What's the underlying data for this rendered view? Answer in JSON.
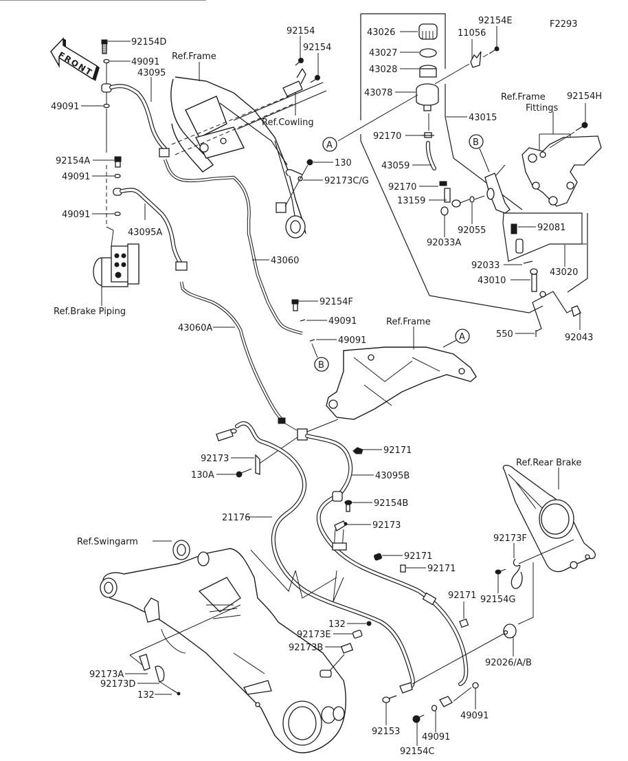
{
  "figure_code": "F2293",
  "front_arrow": "FRONT",
  "circle_refs": {
    "a": "A",
    "b": "B"
  },
  "labels": {
    "p92154D": "92154D",
    "p49091_top1": "49091",
    "p43095": "43095",
    "p49091_top2": "49091",
    "p92154A": "92154A",
    "p49091_mid1": "49091",
    "p49091_mid2": "49091",
    "p43095A": "43095A",
    "ref_brake_piping": "Ref.Brake Piping",
    "ref_frame_top": "Ref.Frame",
    "p92154_1": "92154",
    "p92154_2": "92154",
    "ref_cowling": "Ref.Cowling",
    "p130": "130",
    "p92173CG": "92173C/G",
    "p43060": "43060",
    "p43060A": "43060A",
    "p92154F": "92154F",
    "p49091_f1": "49091",
    "p49091_f2": "49091",
    "p43026": "43026",
    "p43027": "43027",
    "p43028": "43028",
    "p43078": "43078",
    "p11056": "11056",
    "p92154E": "92154E",
    "p43015": "43015",
    "ref_frame_fittings_1": "Ref.Frame",
    "ref_frame_fittings_2": "Fittings",
    "p92154H": "92154H",
    "p92170_1": "92170",
    "p43059": "43059",
    "p92170_2": "92170",
    "p13159": "13159",
    "p92055": "92055",
    "p92033A": "92033A",
    "p92081": "92081",
    "p92033": "92033",
    "p43020": "43020",
    "p43010": "43010",
    "p550": "550",
    "p92043": "92043",
    "ref_frame_mid": "Ref.Frame",
    "p92173": "92173",
    "p130A": "130A",
    "p92171_1": "92171",
    "p43095B": "43095B",
    "p21176": "21176",
    "p92154B": "92154B",
    "p92173_2": "92173",
    "ref_swingarm": "Ref.Swingarm",
    "ref_rear_brake": "Ref.Rear Brake",
    "p92173F": "92173F",
    "p92171_2": "92171",
    "p92171_3": "92171",
    "p92171_4": "92171",
    "p92154G": "92154G",
    "p132_1": "132",
    "p92173E": "92173E",
    "p92173B": "92173B",
    "p92026AB": "92026/A/B",
    "p92173A": "92173A",
    "p92173D": "92173D",
    "p132_2": "132",
    "p92153": "92153",
    "p49091_b1": "49091",
    "p49091_b2": "49091",
    "p92154C": "92154C"
  }
}
